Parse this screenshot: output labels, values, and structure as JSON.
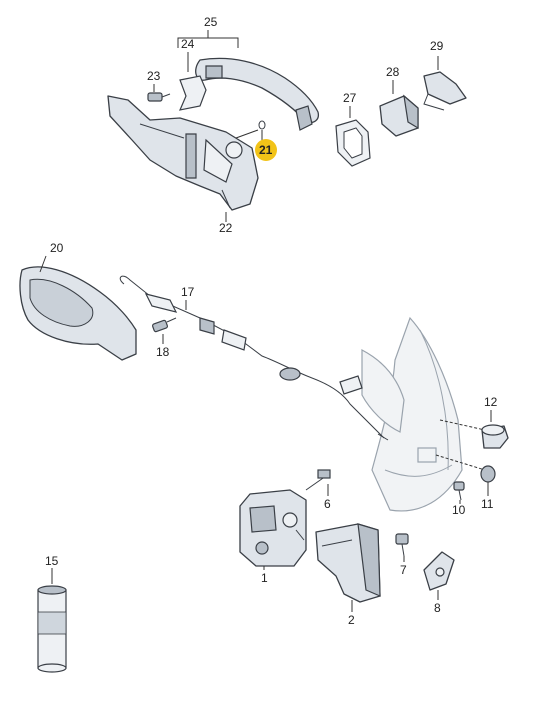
{
  "callouts": {
    "c1": "1",
    "c2": "2",
    "c6": "6",
    "c7": "7",
    "c8": "8",
    "c10": "10",
    "c11": "11",
    "c12": "12",
    "c15": "15",
    "c17": "17",
    "c18": "18",
    "c20": "20",
    "c21": "21",
    "c22": "22",
    "c23": "23",
    "c24": "24",
    "c25": "25",
    "c27": "27",
    "c28": "28",
    "c29": "29"
  },
  "colors": {
    "highlight": "#f2c318",
    "part_fill": "#dfe4ea",
    "outline": "#3a3f46"
  }
}
